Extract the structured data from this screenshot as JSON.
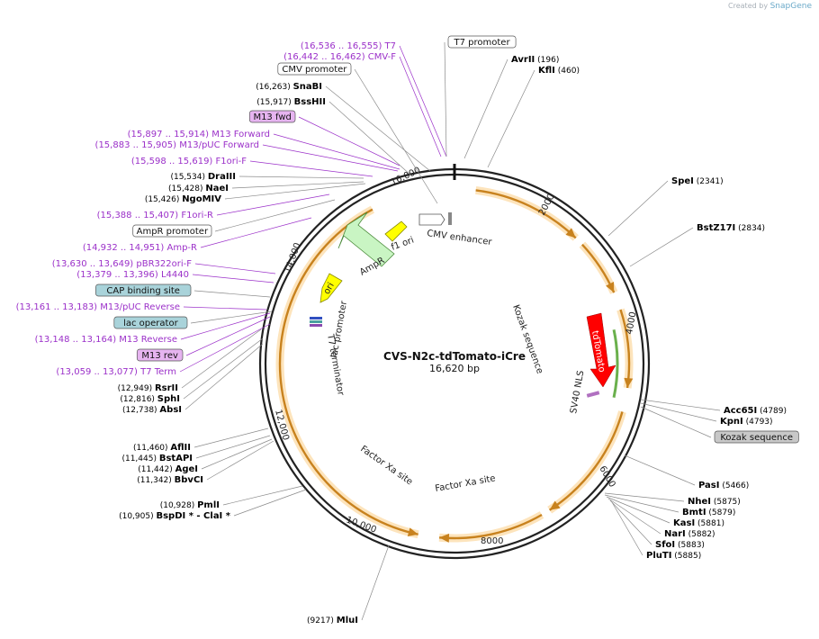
{
  "credit": {
    "prefix": "Created by",
    "brand": "SnapGene"
  },
  "plasmid": {
    "name": "CVS-N2c-tdTomato-iCre",
    "length_label": "16,620 bp"
  },
  "ticks": [
    {
      "label": "2000"
    },
    {
      "label": "4000"
    },
    {
      "label": "6000"
    },
    {
      "label": "8000"
    },
    {
      "label": "10,000"
    },
    {
      "label": "12,000"
    },
    {
      "label": "14,000"
    },
    {
      "label": "16,000"
    }
  ],
  "labels": [
    {
      "id": "T7",
      "text": "(16,536 .. 16,555)  T7",
      "kind": "primer"
    },
    {
      "id": "CMV-F",
      "text": "(16,442 .. 16,462)  CMV-F",
      "kind": "primer"
    },
    {
      "id": "CMVpromoter",
      "text": "CMV promoter",
      "kind": "boxed"
    },
    {
      "id": "SnaBI",
      "pos": "(16,263)",
      "name": "SnaBI",
      "kind": "enzyme"
    },
    {
      "id": "BssHII",
      "pos": "(15,917)",
      "name": "BssHII",
      "kind": "enzyme"
    },
    {
      "id": "M13fwd",
      "text": "M13 fwd",
      "kind": "boxed-primer"
    },
    {
      "id": "M13Forward",
      "text": "(15,897 .. 15,914)  M13 Forward",
      "kind": "primer"
    },
    {
      "id": "M13pUCF",
      "text": "(15,883 .. 15,905)  M13/pUC Forward",
      "kind": "primer"
    },
    {
      "id": "F1oriF",
      "text": "(15,598 .. 15,619)  F1ori-F",
      "kind": "primer"
    },
    {
      "id": "DraIII",
      "pos": "(15,534)",
      "name": "DraIII",
      "kind": "enzyme"
    },
    {
      "id": "NaeI",
      "pos": "(15,428)",
      "name": "NaeI",
      "kind": "enzyme"
    },
    {
      "id": "NgoMIV",
      "pos": "(15,426)",
      "name": "NgoMIV",
      "kind": "enzyme"
    },
    {
      "id": "F1oriR",
      "text": "(15,388 .. 15,407)  F1ori-R",
      "kind": "primer"
    },
    {
      "id": "AmpRpromoter",
      "text": "AmpR promoter",
      "kind": "boxed"
    },
    {
      "id": "AmpR",
      "text": "(14,932 .. 14,951)  Amp-R",
      "kind": "primer"
    },
    {
      "id": "pBR322",
      "text": "(13,630 .. 13,649)  pBR322ori-F",
      "kind": "primer"
    },
    {
      "id": "L4440",
      "text": "(13,379 .. 13,396)  L4440",
      "kind": "primer"
    },
    {
      "id": "CAP",
      "text": "CAP binding site",
      "kind": "boxed-blue"
    },
    {
      "id": "M13pUCR",
      "text": "(13,161 .. 13,183)  M13/pUC Reverse",
      "kind": "primer"
    },
    {
      "id": "lacop",
      "text": "lac operator",
      "kind": "boxed-blue"
    },
    {
      "id": "M13Reverse",
      "text": "(13,148 .. 13,164)  M13 Reverse",
      "kind": "primer"
    },
    {
      "id": "M13rev",
      "text": "M13 rev",
      "kind": "boxed-primer"
    },
    {
      "id": "T7Term",
      "text": "(13,059 .. 13,077)  T7 Term",
      "kind": "primer"
    },
    {
      "id": "RsrII",
      "pos": "(12,949)",
      "name": "RsrII",
      "kind": "enzyme"
    },
    {
      "id": "SphI",
      "pos": "(12,816)",
      "name": "SphI",
      "kind": "enzyme"
    },
    {
      "id": "AbsI",
      "pos": "(12,738)",
      "name": "AbsI",
      "kind": "enzyme"
    },
    {
      "id": "AflII",
      "pos": "(11,460)",
      "name": "AflII",
      "kind": "enzyme"
    },
    {
      "id": "BstAPI",
      "pos": "(11,445)",
      "name": "BstAPI",
      "kind": "enzyme"
    },
    {
      "id": "AgeI",
      "pos": "(11,442)",
      "name": "AgeI",
      "kind": "enzyme"
    },
    {
      "id": "BbvCI",
      "pos": "(11,342)",
      "name": "BbvCI",
      "kind": "enzyme"
    },
    {
      "id": "PmlI",
      "pos": "(10,928)",
      "name": "PmlI",
      "kind": "enzyme"
    },
    {
      "id": "BspDI",
      "pos": "(10,905)",
      "name": "BspDI *  - ClaI *",
      "kind": "enzyme"
    },
    {
      "id": "MluI",
      "pos": "(9217)",
      "name": "MluI",
      "kind": "enzyme"
    },
    {
      "id": "T7promoter",
      "text": "T7 promoter",
      "kind": "boxed"
    },
    {
      "id": "AvrII",
      "pos": "(196)",
      "name": "AvrII",
      "kind": "enzyme-r"
    },
    {
      "id": "KflI",
      "pos": "(460)",
      "name": "KflI",
      "kind": "enzyme-r"
    },
    {
      "id": "SpeI",
      "pos": "(2341)",
      "name": "SpeI",
      "kind": "enzyme-r"
    },
    {
      "id": "BstZ17I",
      "pos": "(2834)",
      "name": "BstZ17I",
      "kind": "enzyme-r"
    },
    {
      "id": "Acc65I",
      "pos": "(4789)",
      "name": "Acc65I",
      "kind": "enzyme-r"
    },
    {
      "id": "KpnI",
      "pos": "(4793)",
      "name": "KpnI",
      "kind": "enzyme-r"
    },
    {
      "id": "KozakBox",
      "text": "Kozak sequence",
      "kind": "boxed-grey"
    },
    {
      "id": "PasI",
      "pos": "(5466)",
      "name": "PasI",
      "kind": "enzyme-r"
    },
    {
      "id": "NheI",
      "pos": "(5875)",
      "name": "NheI",
      "kind": "enzyme-r"
    },
    {
      "id": "BmtI",
      "pos": "(5879)",
      "name": "BmtI",
      "kind": "enzyme-r"
    },
    {
      "id": "KasI",
      "pos": "(5881)",
      "name": "KasI",
      "kind": "enzyme-r"
    },
    {
      "id": "NarI",
      "pos": "(5882)",
      "name": "NarI",
      "kind": "enzyme-r"
    },
    {
      "id": "SfoI",
      "pos": "(5883)",
      "name": "SfoI",
      "kind": "enzyme-r"
    },
    {
      "id": "PluTI",
      "pos": "(5885)",
      "name": "PluTI",
      "kind": "enzyme-r"
    }
  ],
  "features": [
    {
      "id": "CMVenh",
      "text": "CMV enhancer"
    },
    {
      "id": "f1ori",
      "text": "f1 ori"
    },
    {
      "id": "AmpRfeat",
      "text": "AmpR"
    },
    {
      "id": "ori",
      "text": "ori"
    },
    {
      "id": "lacprom",
      "text": "lac promoter"
    },
    {
      "id": "T7term",
      "text": "T7 terminator"
    },
    {
      "id": "Kozak",
      "text": "Kozak sequence"
    },
    {
      "id": "tdTomato",
      "text": "tdTomato"
    },
    {
      "id": "SV40",
      "text": "SV40 NLS"
    },
    {
      "id": "FXa1",
      "text": "Factor Xa site"
    },
    {
      "id": "FXa2",
      "text": "Factor Xa site"
    }
  ],
  "colors": {
    "primer": "#9b30c9",
    "enzyme": "#000000",
    "orf": "#c8821e",
    "tdTomato": "#ff0000",
    "ampR": "#c9f5c3",
    "yellow": "#ffff00",
    "cap": "#a9d3da",
    "grey": "#c8c8c8",
    "m13box": "#e6b4f0"
  }
}
